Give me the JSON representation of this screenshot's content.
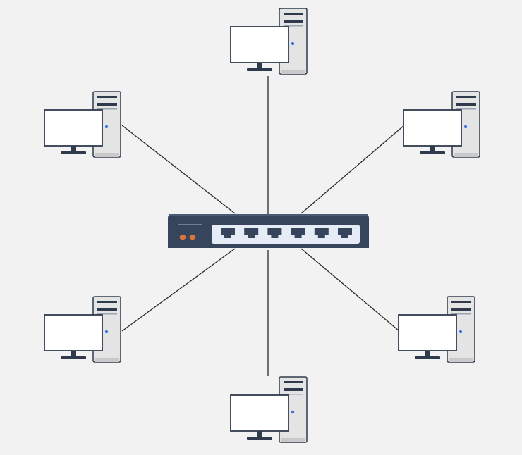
{
  "diagram": {
    "type": "star-topology",
    "center": {
      "kind": "network-switch",
      "port_count": 6,
      "led_count": 2
    },
    "nodes": [
      {
        "id": "pc-top",
        "kind": "desktop-computer"
      },
      {
        "id": "pc-top-left",
        "kind": "desktop-computer"
      },
      {
        "id": "pc-top-right",
        "kind": "desktop-computer"
      },
      {
        "id": "pc-bottom-left",
        "kind": "desktop-computer"
      },
      {
        "id": "pc-bottom-right",
        "kind": "desktop-computer"
      },
      {
        "id": "pc-bottom",
        "kind": "desktop-computer"
      }
    ]
  },
  "colors": {
    "background": "#f2f2f2",
    "switch_body": "#36455c",
    "switch_panel": "#e6ecf5",
    "port": "#36455c",
    "led": "#d9743f",
    "tower": "#e4e4e4",
    "tower_outline": "#2f3b4d",
    "monitor_screen": "#ffffff",
    "monitor_outline": "#2f3b4d",
    "power_led": "#3a72d9",
    "cable": "#2b2b2b"
  }
}
